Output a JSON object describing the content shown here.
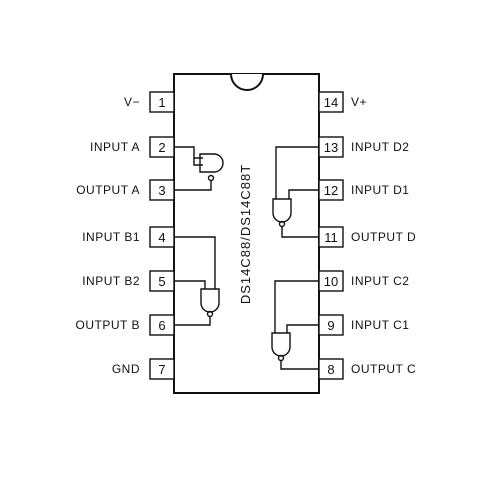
{
  "chip": {
    "part_label": "DS14C88/DS14C88T",
    "left_pins": [
      {
        "num": "1",
        "label": "V−"
      },
      {
        "num": "2",
        "label": "INPUT A"
      },
      {
        "num": "3",
        "label": "OUTPUT A"
      },
      {
        "num": "4",
        "label": "INPUT B1"
      },
      {
        "num": "5",
        "label": "INPUT B2"
      },
      {
        "num": "6",
        "label": "OUTPUT B"
      },
      {
        "num": "7",
        "label": "GND"
      }
    ],
    "right_pins": [
      {
        "num": "14",
        "label": "V+"
      },
      {
        "num": "13",
        "label": "INPUT D2"
      },
      {
        "num": "12",
        "label": "INPUT D1"
      },
      {
        "num": "11",
        "label": "OUTPUT D"
      },
      {
        "num": "10",
        "label": "INPUT C2"
      },
      {
        "num": "9",
        "label": "INPUT C1"
      },
      {
        "num": "8",
        "label": "OUTPUT C"
      }
    ]
  }
}
